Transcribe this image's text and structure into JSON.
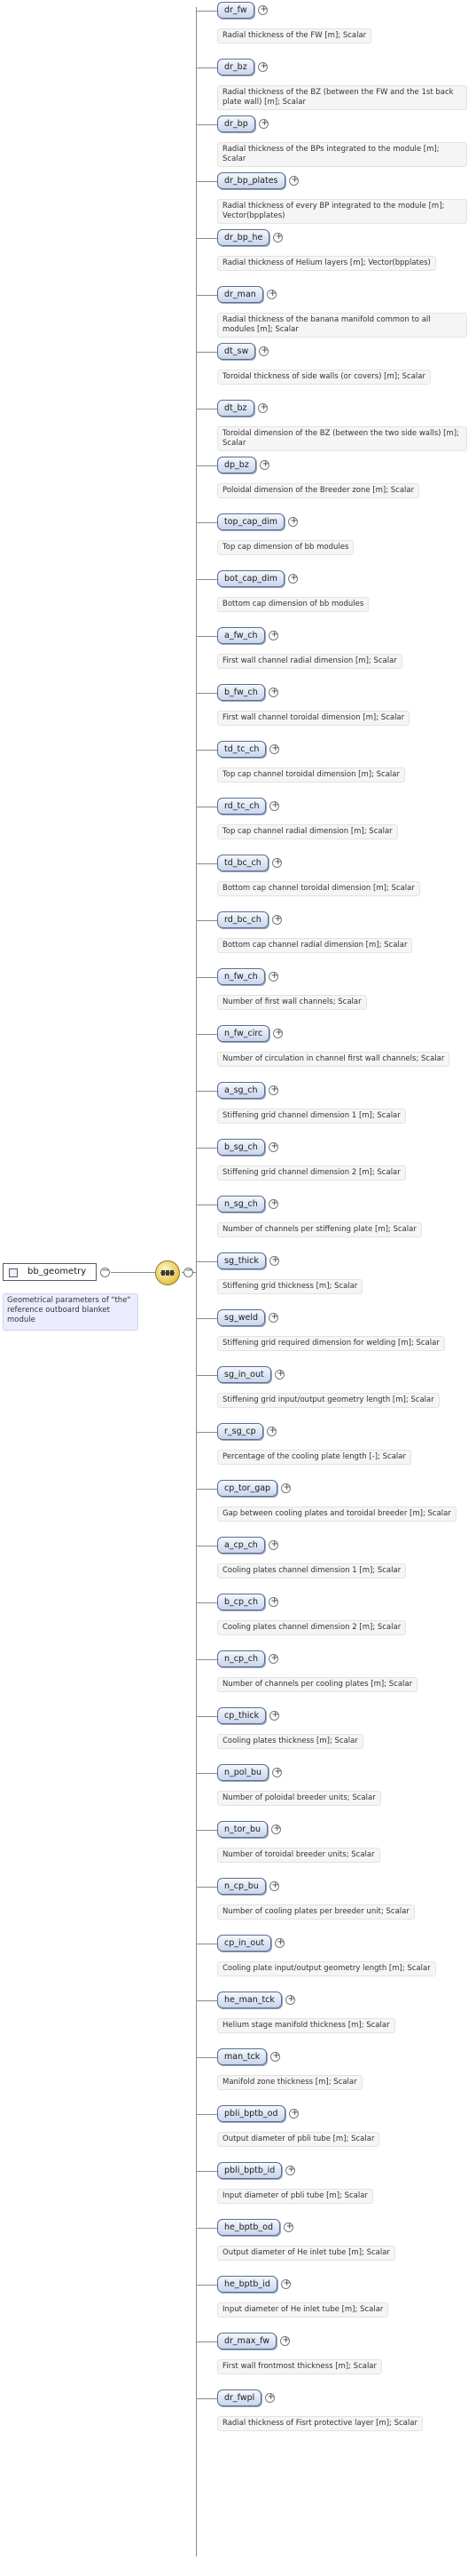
{
  "root": {
    "name": "bb_geometry",
    "doc": "Geometrical parameters of \"the\" reference outboard blanket module"
  },
  "children": [
    {
      "name": "dr_fw",
      "doc": "Radial thickness of the FW [m]; Scalar"
    },
    {
      "name": "dr_bz",
      "doc": "Radial thickness of the BZ (between the FW and the 1st back plate wall) [m]; Scalar"
    },
    {
      "name": "dr_bp",
      "doc": "Radial thickness of the BPs integrated to the module [m]; Scalar"
    },
    {
      "name": "dr_bp_plates",
      "doc": "Radial thickness of every BP integrated to the module [m]; Vector(bpplates)"
    },
    {
      "name": "dr_bp_he",
      "doc": "Radial thickness of Helium layers [m]; Vector(bpplates)"
    },
    {
      "name": "dr_man",
      "doc": "Radial thickness of the banana manifold common to all modules [m]; Scalar"
    },
    {
      "name": "dt_sw",
      "doc": "Toroidal thickness of side walls (or covers) [m]; Scalar"
    },
    {
      "name": "dt_bz",
      "doc": "Toroidal dimension of the BZ (between the two side walls) [m]; Scalar"
    },
    {
      "name": "dp_bz",
      "doc": "Poloidal dimension of the Breeder zone [m]; Scalar"
    },
    {
      "name": "top_cap_dim",
      "doc": "Top cap dimension of bb modules"
    },
    {
      "name": "bot_cap_dim",
      "doc": "Bottom cap dimension of bb modules"
    },
    {
      "name": "a_fw_ch",
      "doc": "First wall channel radial dimension [m]; Scalar"
    },
    {
      "name": "b_fw_ch",
      "doc": "First wall channel toroidal dimension [m]; Scalar"
    },
    {
      "name": "td_tc_ch",
      "doc": "Top cap channel toroidal dimension [m]; Scalar"
    },
    {
      "name": "rd_tc_ch",
      "doc": "Top cap channel radial dimension [m]; Scalar"
    },
    {
      "name": "td_bc_ch",
      "doc": "Bottom cap channel toroidal dimension [m]; Scalar"
    },
    {
      "name": "rd_bc_ch",
      "doc": "Bottom cap channel radial dimension [m]; Scalar"
    },
    {
      "name": "n_fw_ch",
      "doc": "Number of first wall channels; Scalar"
    },
    {
      "name": "n_fw_circ",
      "doc": "Number of circulation in channel first wall channels; Scalar"
    },
    {
      "name": "a_sg_ch",
      "doc": "Stiffening grid channel dimension 1 [m]; Scalar"
    },
    {
      "name": "b_sg_ch",
      "doc": "Stiffening grid channel dimension 2 [m]; Scalar"
    },
    {
      "name": "n_sg_ch",
      "doc": "Number of channels per stiffening plate [m]; Scalar"
    },
    {
      "name": "sg_thick",
      "doc": "Stiffening grid thickness [m]; Scalar"
    },
    {
      "name": "sg_weld",
      "doc": "Stiffening grid required dimension for welding [m]; Scalar"
    },
    {
      "name": "sg_in_out",
      "doc": "Stiffening grid input/output geometry length [m]; Scalar"
    },
    {
      "name": "r_sg_cp",
      "doc": "Percentage of the cooling plate length [-]; Scalar"
    },
    {
      "name": "cp_tor_gap",
      "doc": "Gap between cooling plates and toroidal breeder [m]; Scalar"
    },
    {
      "name": "a_cp_ch",
      "doc": "Cooling plates channel dimension 1 [m]; Scalar"
    },
    {
      "name": "b_cp_ch",
      "doc": "Cooling plates channel dimension 2 [m]; Scalar"
    },
    {
      "name": "n_cp_ch",
      "doc": "Number of channels per cooling plates [m]; Scalar"
    },
    {
      "name": "cp_thick",
      "doc": "Cooling plates thickness [m]; Scalar"
    },
    {
      "name": "n_pol_bu",
      "doc": "Number of poloidal breeder units; Scalar"
    },
    {
      "name": "n_tor_bu",
      "doc": "Number of toroidal breeder units; Scalar"
    },
    {
      "name": "n_cp_bu",
      "doc": "Number of cooling plates per breeder unit; Scalar"
    },
    {
      "name": "cp_in_out",
      "doc": "Cooling plate input/output geometry length [m]; Scalar"
    },
    {
      "name": "he_man_tck",
      "doc": "Helium stage manifold thickness [m]; Scalar"
    },
    {
      "name": "man_tck",
      "doc": "Manifold zone thickness [m]; Scalar"
    },
    {
      "name": "pbli_bptb_od",
      "doc": "Output diameter of pbli tube [m]; Scalar"
    },
    {
      "name": "pbli_bptb_id",
      "doc": "Input diameter of pbli tube [m]; Scalar"
    },
    {
      "name": "he_bptb_od",
      "doc": "Output diameter of He inlet tube [m]; Scalar"
    },
    {
      "name": "he_bptb_id",
      "doc": "Input diameter of He inlet tube [m]; Scalar"
    },
    {
      "name": "dr_max_fw",
      "doc": "First wall frontmost thickness [m]; Scalar"
    },
    {
      "name": "dr_fwpl",
      "doc": "Radial thickness of Fisrt protective layer [m]; Scalar"
    }
  ]
}
